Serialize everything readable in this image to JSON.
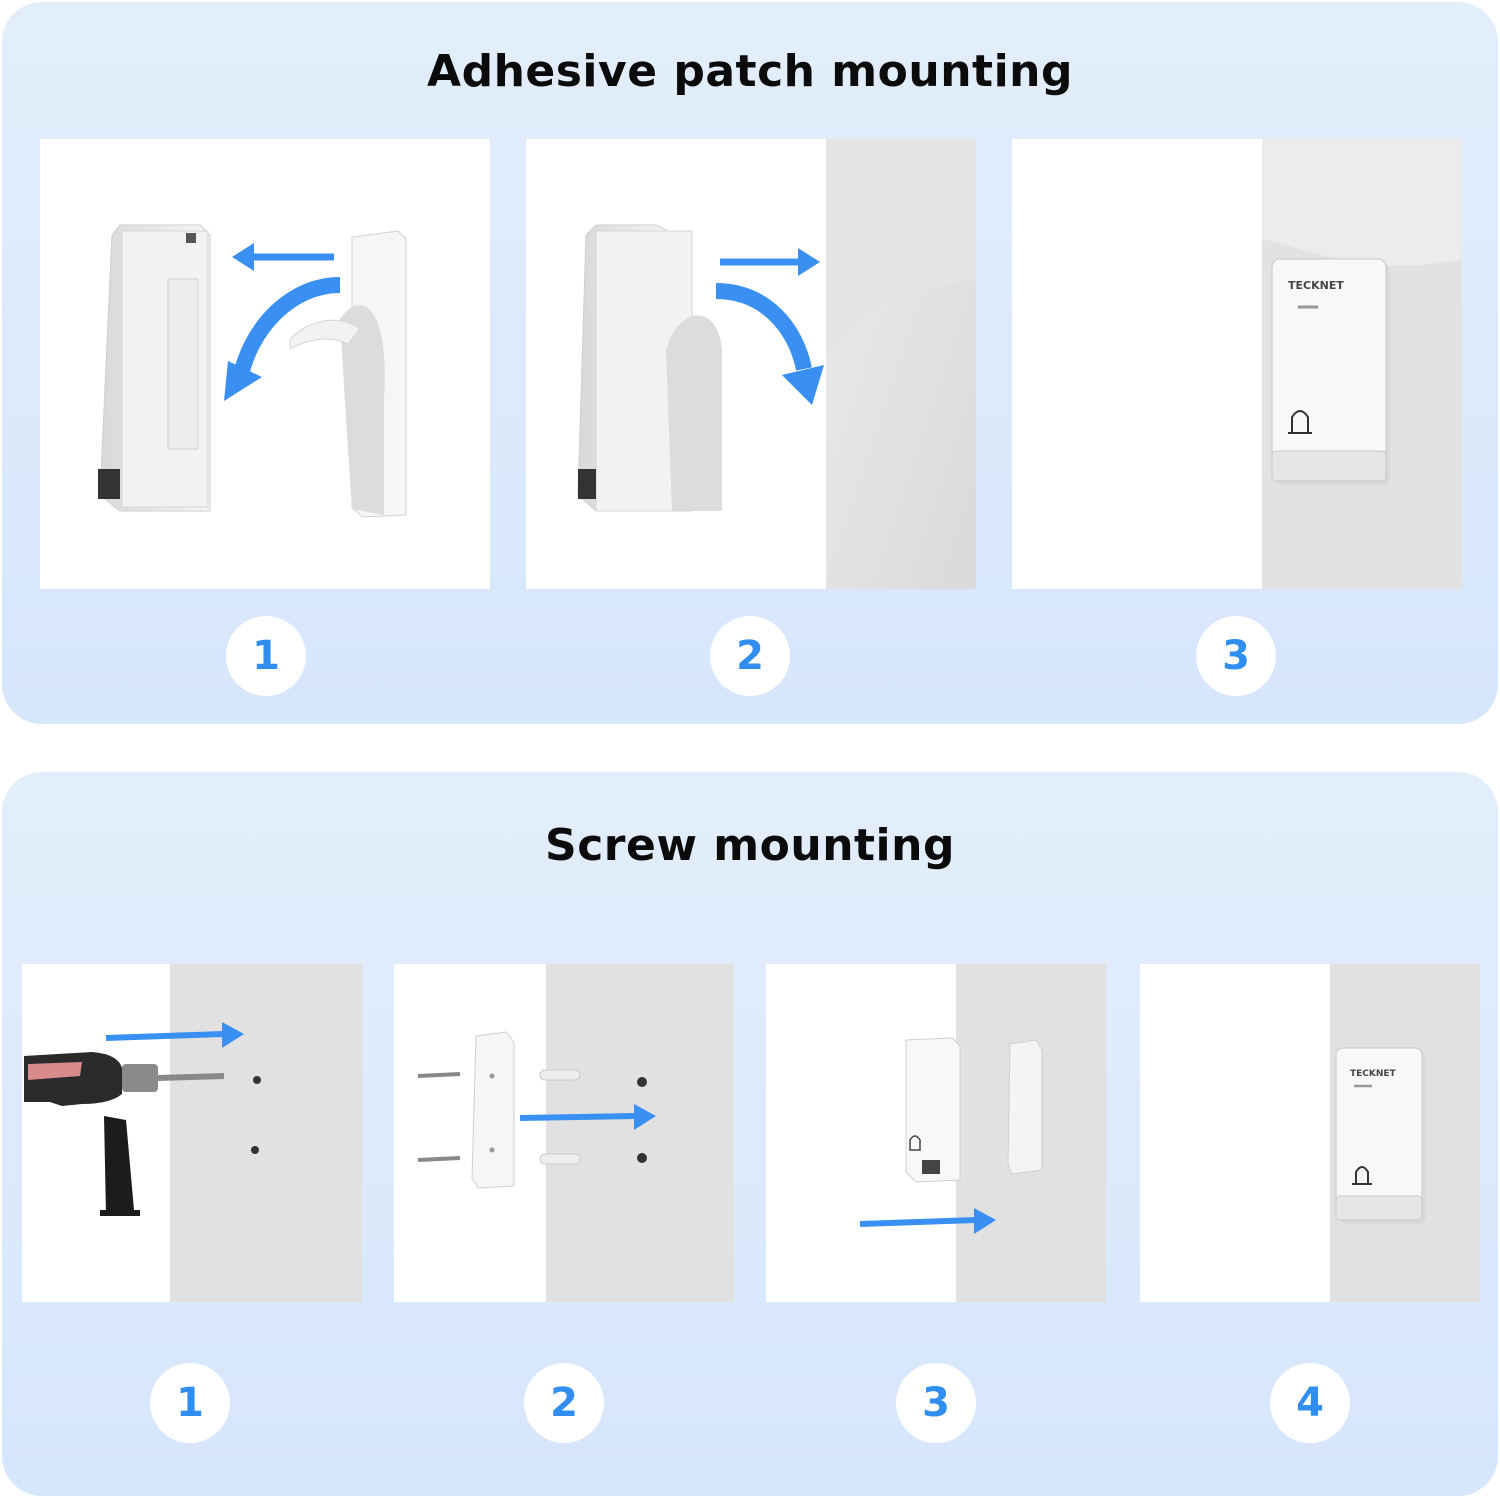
{
  "adhesive": {
    "title": "Adhesive patch mounting",
    "steps": [
      "1",
      "2",
      "3"
    ]
  },
  "screw": {
    "title": "Screw mounting",
    "steps": [
      "1",
      "2",
      "3",
      "4"
    ]
  },
  "product": {
    "brand": "TECKNET"
  },
  "colors": {
    "accent": "#2f8ef0",
    "arrow": "#3a8ff2",
    "background": "#dbe9fb",
    "wall": "#e0e0e0"
  },
  "icons": [
    "arrow-icon",
    "bell-icon",
    "drill-icon"
  ]
}
